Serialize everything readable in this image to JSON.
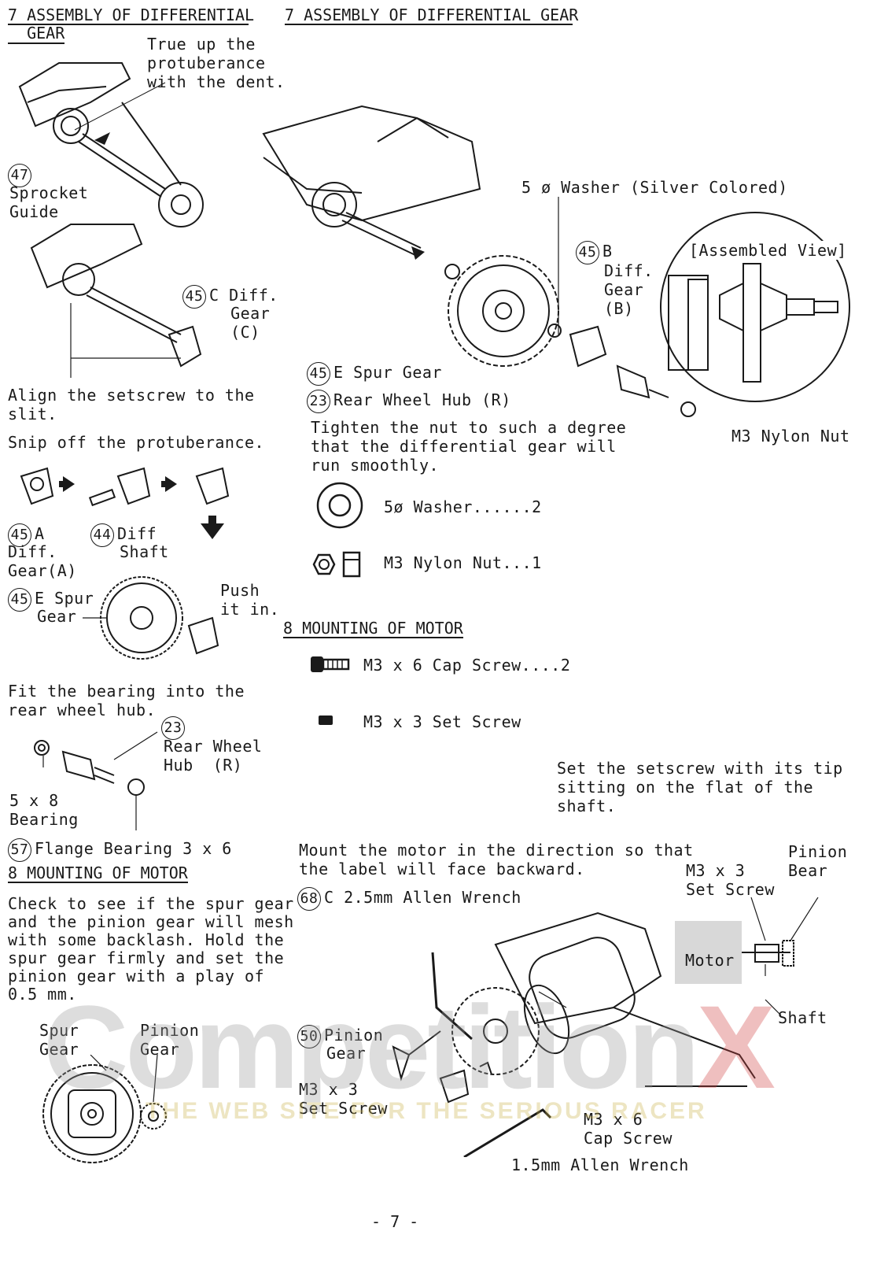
{
  "left": {
    "heading": [
      "7 ASSEMBLY OF DIFFERENTIAL",
      "  GEAR"
    ],
    "note_protuberance": [
      "True up the",
      "protuberance",
      "with the dent."
    ],
    "sprocket_num": "47",
    "sprocket_label": [
      "Sprocket",
      "Guide"
    ],
    "diffgear_c_num": "45",
    "diffgear_c_label": [
      "C Diff.",
      "  Gear",
      "  (C)"
    ],
    "align_note": [
      "Align the setscrew to the",
      "slit."
    ],
    "snip_note": "Snip off the protuberance.",
    "diffgear_a_num": "45",
    "diffgear_a_label": [
      "A",
      "Diff.",
      "Gear(A)"
    ],
    "diffshaft_num": "44",
    "diffshaft_label": [
      "Diff",
      "Shaft"
    ],
    "spur_e_num": "45",
    "spur_e_label": [
      "E Spur",
      "  Gear"
    ],
    "push_note": [
      "Push",
      "it in."
    ],
    "bearing_note": [
      "Fit the bearing into the",
      "rear wheel hub."
    ],
    "hub_num": "23",
    "hub_label": [
      "Rear Wheel",
      "Hub  (R)"
    ],
    "bearing_label": [
      "5 x 8",
      "Bearing"
    ],
    "flange_num": "57",
    "flange_label": "Flange Bearing 3 x 6",
    "heading2": "8 MOUNTING OF MOTOR",
    "check_note": [
      "Check to see if the spur gear",
      "and the pinion gear will mesh",
      "with some backlash. Hold the",
      "spur gear firmly and set the",
      "pinion gear with a play of",
      "0.5 mm."
    ],
    "spur_label": [
      "Spur",
      "Gear"
    ],
    "pinion_label": [
      "Pinion",
      "Gear"
    ]
  },
  "right": {
    "heading": "7 ASSEMBLY OF DIFFERENTIAL GEAR",
    "washer_label": "5 ø Washer (Silver Colored)",
    "diffgear_b_num": "45",
    "diffgear_b_label": [
      "B",
      "Diff.",
      "Gear",
      "(B)"
    ],
    "assembled_view": "[Assembled View]",
    "spur_e_num": "45",
    "spur_e_label": "E Spur Gear",
    "hub_num": "23",
    "hub_label": "Rear Wheel Hub (R)",
    "tighten_note": [
      "Tighten the nut to such a degree",
      "that the differential gear will",
      "run smoothly."
    ],
    "nylon_nut_label": "M3 Nylon Nut",
    "parts": [
      {
        "icon": "washer-icon",
        "text": "5ø Washer......2"
      },
      {
        "icon": "nylon-nut-icon",
        "text": "M3 Nylon Nut...1"
      }
    ],
    "heading2": "8 MOUNTING OF MOTOR",
    "parts2": [
      {
        "icon": "cap-screw-icon",
        "text": "M3 x 6 Cap Screw....2"
      },
      {
        "icon": "set-screw-icon",
        "text": "M3 x 3 Set Screw"
      }
    ],
    "setscrew_note": [
      "Set the setscrew with its tip",
      "sitting on the flat of the",
      "shaft."
    ],
    "mount_note": [
      "Mount the motor in the direction so that",
      "the label will face backward."
    ],
    "wrench_num": "68",
    "wrench_label": "C 2.5mm Allen Wrench",
    "m3x3_label": [
      "M3 x 3",
      "Set Screw"
    ],
    "pinion_bear_label": [
      "Pinion",
      "Bear"
    ],
    "motor_label": "Motor",
    "shaft_label": "Shaft",
    "pinion_num": "50",
    "pinion_gear_label": [
      "Pinion",
      "Gear"
    ],
    "m3x3_lower_label": [
      "M3 x 3",
      "Set Screw"
    ],
    "cap_screw_label": [
      "M3 x 6",
      "Cap Screw"
    ],
    "small_wrench_label": "1.5mm Allen Wrench"
  },
  "watermark": {
    "main": "Competition",
    "accent": "X",
    "tagline": "THE WEB SITE FOR THE SERIOUS RACER"
  },
  "page_number": "- 7 -"
}
